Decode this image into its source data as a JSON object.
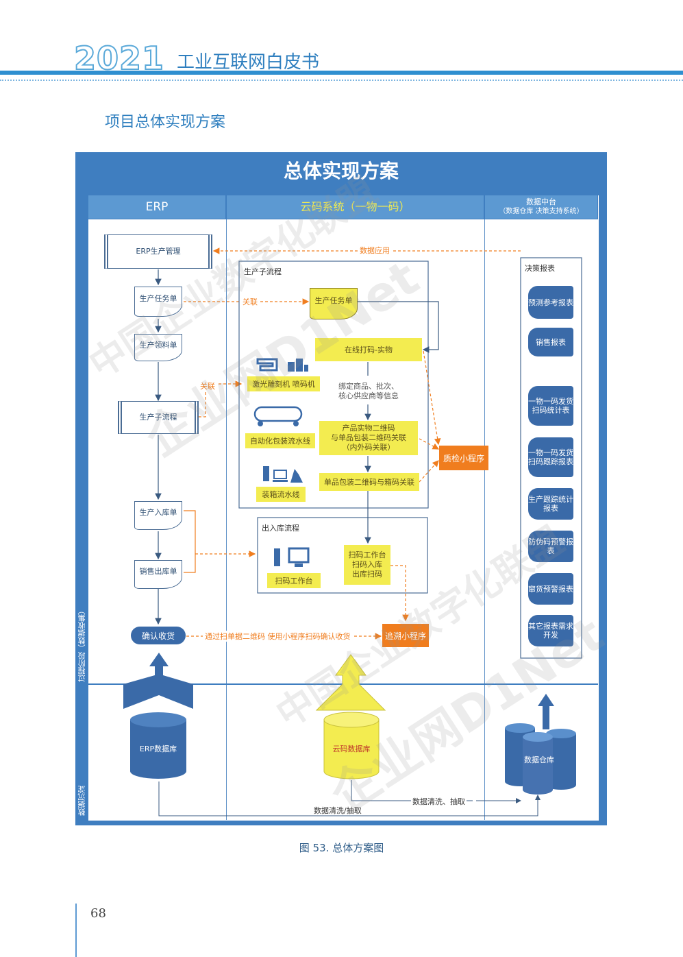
{
  "header": {
    "year": "2021",
    "title": "工业互联网白皮书"
  },
  "section_title": "项目总体实现方案",
  "diagram": {
    "title": "总体实现方案",
    "columns": {
      "erp": "ERP",
      "cloud": "云码系统（一物一码）",
      "data_line1": "数据中台",
      "data_line2": "（数据仓库 决策支持系统）"
    },
    "side_labels": {
      "process": "过程阶段（数据收集）",
      "sediment": "数据沉淀"
    },
    "erp": {
      "prod_mgmt": "ERP生产管理",
      "task_sheet": "生产任务单",
      "material_sheet": "生产领料单",
      "sub_process": "生产子流程",
      "in_stock_sheet": "生产入库单",
      "out_stock_sheet": "销售出库单",
      "confirm_receipt": "确认收货",
      "database": "ERP数据库"
    },
    "cloud": {
      "sub_process_label": "生产子流程",
      "task_sheet": "生产任务单",
      "online_print": "在线打码-实物",
      "laser": "激光雕刻机 喷码机",
      "bind_text_1": "绑定商品、批次、",
      "bind_text_2": "核心供应商等信息",
      "auto_pack": "自动化包装流水线",
      "qr_link_1": "产品实物二维码",
      "qr_link_2": "与单品包装二维码关联",
      "qr_link_3": "（内外码关联）",
      "boxing": "装箱流水线",
      "single_box_link": "单品包装二维码与箱码关联",
      "qc_app": "质检小程序",
      "inout_label": "出入库流程",
      "scan_station": "扫码工作台",
      "scan_station2_1": "扫码工作台",
      "scan_station2_2": "扫码入库",
      "scan_station2_3": "出库扫码",
      "trace_app": "追溯小程序",
      "database": "云码数据库"
    },
    "connectors": {
      "data_use": "数据应用",
      "link1": "关联",
      "link2": "关联",
      "scan_confirm": "通过扫单据二维码 使用小程序扫码确认收货",
      "clean_extract": "数据清洗/抽取",
      "clean_extract2": "数据清洗、抽取"
    },
    "reports": {
      "label": "决策报表",
      "items": [
        "预测参考报表",
        "销售报表",
        "一物一码发货扫码统计表",
        "一物一码发货扫码跟踪报表",
        "生产跟踪统计报表",
        "防伪码预警报表",
        "窜货预警报表",
        "其它报表需求开发"
      ],
      "warehouse": "数据仓库"
    }
  },
  "caption": "图 53. 总体方案图",
  "page_number": "68",
  "watermark_1": "中国企业数字化联盟",
  "watermark_2": "企业网D1Net"
}
